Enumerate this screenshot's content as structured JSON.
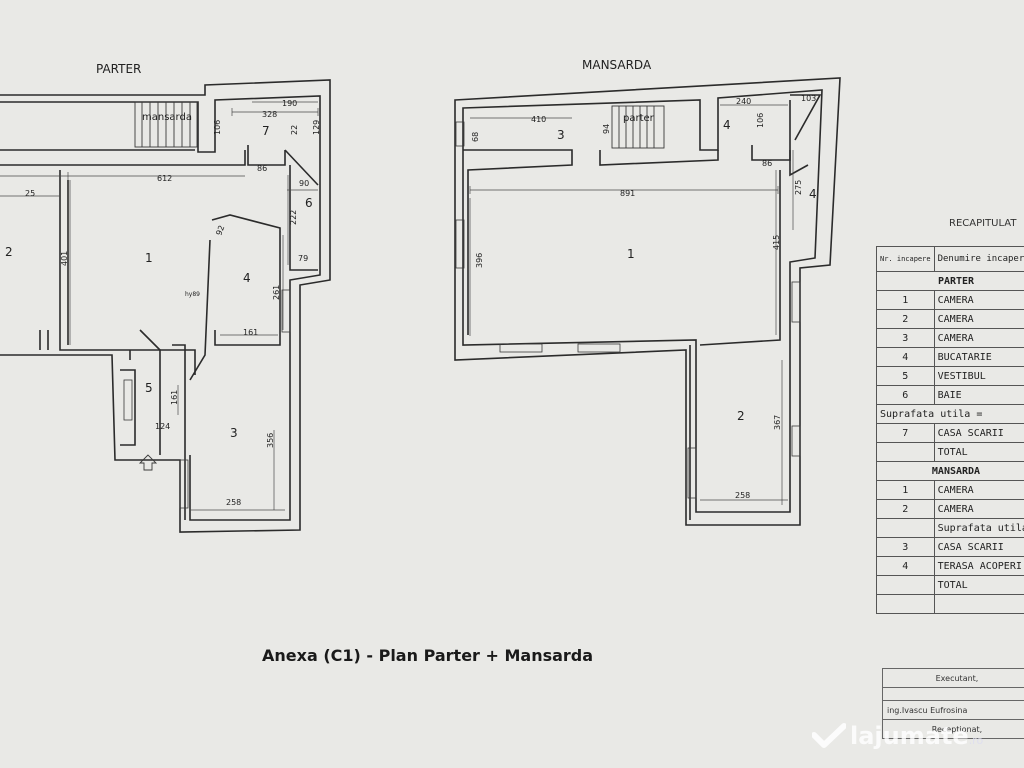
{
  "caption": "Anexa (C1) - Plan Parter + Mansarda",
  "parter": {
    "title": "PARTER",
    "stair_label": "mansarda",
    "room_numbers": [
      "1",
      "2",
      "3",
      "4",
      "5",
      "6",
      "7"
    ],
    "dimensions": [
      "328",
      "190",
      "106",
      "22",
      "129",
      "86",
      "90",
      "25",
      "612",
      "401",
      "92",
      "261",
      "hy89",
      "161",
      "222",
      "79",
      "161",
      "124",
      "356",
      "258"
    ]
  },
  "mansarda": {
    "title": "MANSARDA",
    "stair_label": "parter",
    "room_numbers": [
      "1",
      "2",
      "3",
      "4",
      "4"
    ],
    "dimensions": [
      "410",
      "68",
      "94",
      "240",
      "106",
      "103",
      "86",
      "275",
      "891",
      "396",
      "415",
      "367",
      "258"
    ]
  },
  "recap": {
    "title": "RECAPITULAT",
    "header": {
      "nr": "Nr. incapere",
      "name": "Denumire incaper"
    },
    "sections": [
      {
        "title": "PARTER",
        "rows": [
          {
            "nr": "1",
            "name": "CAMERA"
          },
          {
            "nr": "2",
            "name": "CAMERA"
          },
          {
            "nr": "3",
            "name": "CAMERA"
          },
          {
            "nr": "4",
            "name": "BUCATARIE"
          },
          {
            "nr": "5",
            "name": "VESTIBUL"
          },
          {
            "nr": "6",
            "name": "BAIE"
          },
          {
            "nr": "",
            "name": "Suprafata utila ="
          },
          {
            "nr": "7",
            "name": "CASA SCARII"
          },
          {
            "nr": "",
            "name": "TOTAL"
          }
        ]
      },
      {
        "title": "MANSARDA",
        "rows": [
          {
            "nr": "1",
            "name": "CAMERA"
          },
          {
            "nr": "2",
            "name": "CAMERA"
          },
          {
            "nr": "",
            "name": "Suprafata utila"
          },
          {
            "nr": "3",
            "name": "CASA SCARII"
          },
          {
            "nr": "4",
            "name": "TERASA ACOPERI"
          },
          {
            "nr": "",
            "name": "TOTAL"
          }
        ]
      }
    ]
  },
  "signatures": {
    "executant_label": "Executant,",
    "executant_name": "ing.Ivascu Eufrosina",
    "receptionat_label": "Receptionat,"
  },
  "watermark": {
    "brand": "lajumate",
    "suffix": ".ro"
  },
  "colors": {
    "paper": "#e9e9e6",
    "ink": "#2b2b2b"
  }
}
